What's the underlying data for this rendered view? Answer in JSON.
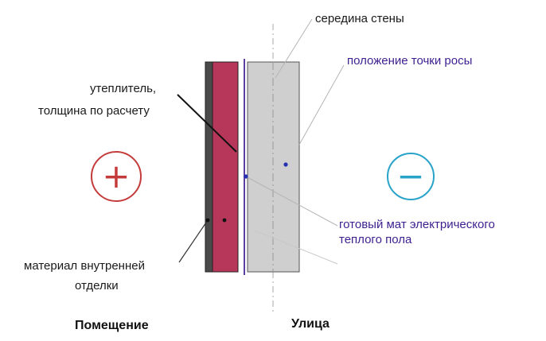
{
  "labels": {
    "wall_middle": "середина стены",
    "dew_point": "положение точки росы",
    "insulation_line1": "утеплитель,",
    "insulation_line2": "толщина по расчету",
    "heating_mat_line1": "готовый мат электрического",
    "heating_mat_line2": "теплого пола",
    "finish_line1": "материал внутренней",
    "finish_line2": "отделки",
    "indoor": "Помещение",
    "outdoor": "Улица"
  },
  "signs": {
    "indoor": "+",
    "outdoor": "−"
  },
  "colors": {
    "finish_layer": "#4a4a4a",
    "insulation_layer": "#b6375a",
    "heating_mat_line": "#5b3fa0",
    "wall_fill": "#cfcfcf",
    "wall_stroke": "#555555",
    "plus_circle": "#c43b3b",
    "minus_circle": "#2aa3c9",
    "dew_label": "#3d1f8f",
    "dot_blue": "#2630b3",
    "dot_black": "#111111"
  }
}
